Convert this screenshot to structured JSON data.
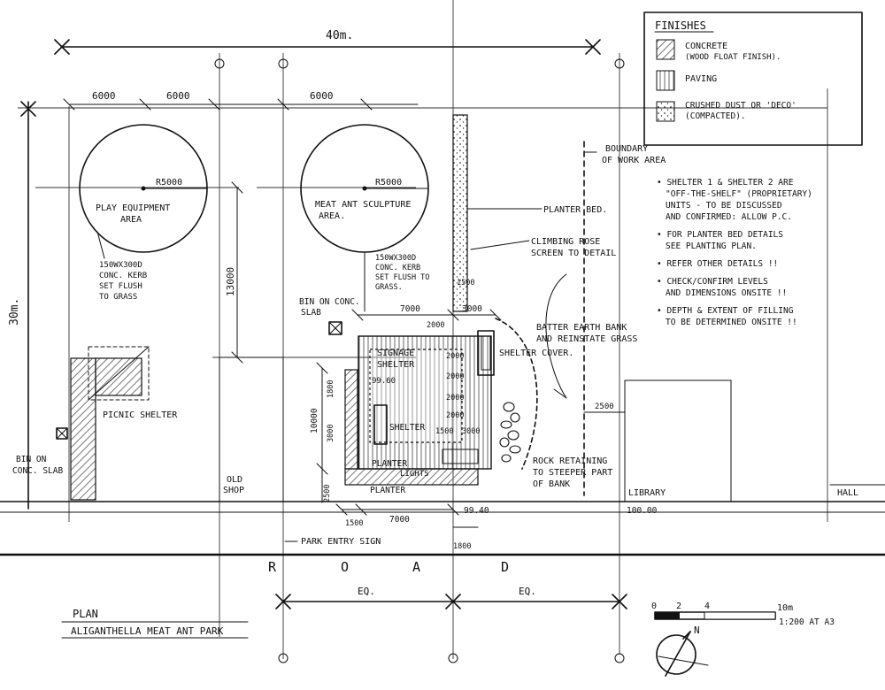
{
  "sheet": {
    "title": "PLAN",
    "subtitle": "ALIGANTHELLA MEAT ANT PARK",
    "road_letters": [
      "R",
      "O",
      "A",
      "D"
    ]
  },
  "legend": {
    "title": "FINISHES",
    "items": [
      {
        "lines": [
          "CONCRETE",
          "(WOOD FLOAT FINISH)."
        ],
        "pattern": "hatch"
      },
      {
        "lines": [
          "PAVING"
        ],
        "pattern": "stripes"
      },
      {
        "lines": [
          "CRUSHED DUST OR 'DECO'",
          "(COMPACTED)."
        ],
        "pattern": "dots"
      }
    ]
  },
  "notes": [
    {
      "lines": [
        "• SHELTER 1 & SHELTER 2 ARE",
        "\"OFF-THE-SHELF\" (PROPRIETARY)",
        "UNITS - TO BE DISCUSSED",
        "AND CONFIRMED: ALLOW P.C."
      ]
    },
    {
      "lines": [
        "• FOR PLANTER BED DETAILS",
        "SEE PLANTING PLAN."
      ]
    },
    {
      "lines": [
        "• REFER OTHER DETAILS !!"
      ]
    },
    {
      "lines": [
        "• CHECK/CONFIRM LEVELS",
        "AND DIMENSIONS ONSITE !!"
      ]
    },
    {
      "lines": [
        "• DEPTH & EXTENT OF FILLING",
        "TO BE DETERMINED ONSITE !!"
      ]
    }
  ],
  "dimensions": {
    "overall_width": "40m.",
    "overall_depth": "30m.",
    "d6000a": "6000",
    "d6000b": "6000",
    "d6000c": "6000",
    "d13000": "13000",
    "d7000a": "7000",
    "d3000a": "3000",
    "d1500a": "1500",
    "d2000a": "2000",
    "d2000b": "2000",
    "d2000c": "2000",
    "d2000d": "2000",
    "d2000e": "2000",
    "d1500b": "1500",
    "d3000b": "3000",
    "d1800": "1800",
    "d10000": "10000",
    "d3000c": "3000",
    "d2500a": "2500",
    "d1500c": "1500",
    "d7000b": "7000",
    "d1800b": "1800",
    "d2500b": "2500",
    "eq1": "EQ.",
    "eq2": "EQ."
  },
  "labels": {
    "r5000a": "R5000",
    "r5000b": "R5000",
    "play": [
      "PLAY EQUIPMENT",
      "AREA"
    ],
    "meat_ant": [
      "MEAT ANT SCULPTURE",
      "AREA."
    ],
    "kerb1": [
      "150WX300D",
      "CONC. KERB",
      "SET FLUSH",
      "TO GRASS"
    ],
    "kerb2": [
      "150WX300D",
      "CONC. KERB",
      "SET FLUSH TO",
      "GRASS."
    ],
    "boundary": [
      "BOUNDARY",
      "OF WORK AREA"
    ],
    "planter_bed": "PLANTER BED.",
    "climbing_rose": [
      "CLIMBING ROSE",
      "SCREEN TO DETAIL"
    ],
    "bin_slab1": [
      "BIN ON CONC.",
      "SLAB"
    ],
    "signage_shelter": [
      "SIGNAGE",
      "SHELTER"
    ],
    "shelter_cover": "SHELTER COVER.",
    "batter": [
      "BATTER EARTH BANK",
      "AND REINSTATE GRASS"
    ],
    "level_top": "99.60",
    "shelter": "SHELTER",
    "picnic": "PICNIC SHELTER",
    "bin_slab2": [
      "BIN ON",
      "CONC. SLAB"
    ],
    "old_shop": [
      "OLD",
      "SHOP"
    ],
    "planter1": "PLANTER",
    "planter2": "PLANTER",
    "lights": "LIGHTS",
    "rock": [
      "ROCK RETAINING",
      "TO STEEPER PART",
      "OF BANK"
    ],
    "library": "LIBRARY",
    "hall": "HALL",
    "level_9940": "99.40",
    "level_10000": "100.00",
    "park_entry": "PARK ENTRY SIGN",
    "north": "N"
  },
  "scale_bar": {
    "ticks": [
      "0",
      "2",
      "4"
    ],
    "end_label": "10m",
    "ratio": "1:200 AT A3"
  }
}
